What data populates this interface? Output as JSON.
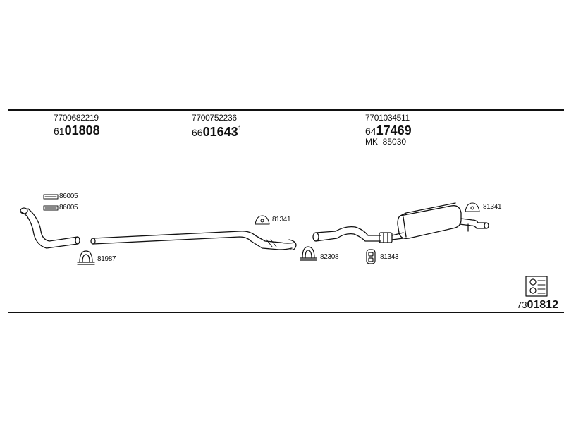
{
  "groups": [
    {
      "oe": "7700682219",
      "prefix": "61",
      "main": "01808",
      "sup": ""
    },
    {
      "oe": "7700752236",
      "prefix": "66",
      "main": "01643",
      "sup": "1"
    },
    {
      "oe": "7701034511",
      "prefix": "64",
      "main": "17469",
      "sup": ""
    }
  ],
  "mk": {
    "prefix": "MK",
    "number": "85030"
  },
  "labels": {
    "clamp_a": "86005",
    "clamp_b": "86005",
    "clip_left": "81987",
    "hanger_mid": "81341",
    "clip_mid": "82308",
    "rubber_ring": "81343",
    "hanger_right": "81341"
  },
  "reference": {
    "prefix": "73",
    "main": "01812"
  }
}
